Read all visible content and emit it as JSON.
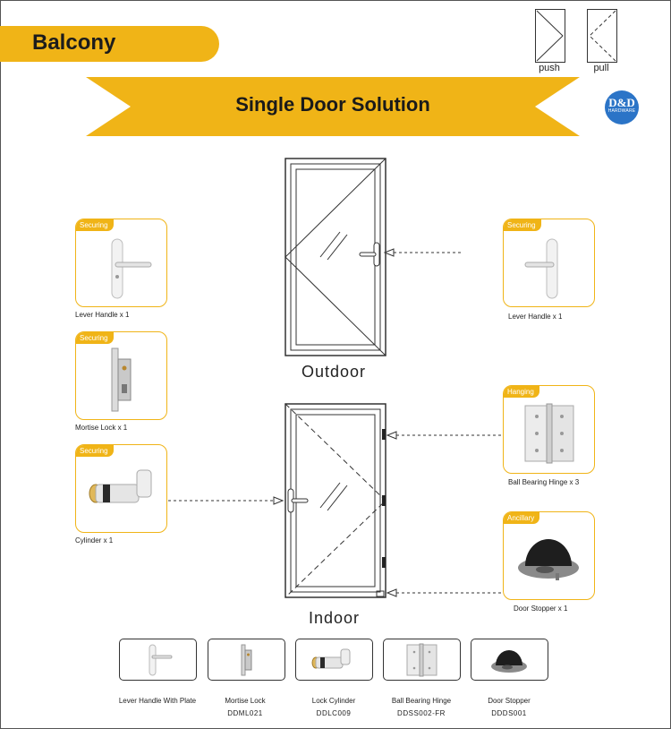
{
  "header": {
    "title": "Balcony"
  },
  "legend": {
    "push_label": "push",
    "pull_label": "pull"
  },
  "banner": {
    "title": "Single Door Solution"
  },
  "logo": {
    "brand": "D&D",
    "sub": "HARDWARE"
  },
  "doors": {
    "outdoor_label": "Outdoor",
    "indoor_label": "Indoor"
  },
  "cards": {
    "lever_left": {
      "tag": "Securing",
      "caption": "Lever Handle x 1"
    },
    "mortise": {
      "tag": "Securing",
      "caption": "Mortise Lock x 1"
    },
    "cylinder": {
      "tag": "Securing",
      "caption": "Cylinder x 1"
    },
    "lever_right": {
      "tag": "Securing",
      "caption": "Lever Handle x 1"
    },
    "hinge": {
      "tag": "Hanging",
      "caption": "Ball Bearing Hinge x 3"
    },
    "stopper": {
      "tag": "Ancillary",
      "caption": "Door Stopper x 1"
    }
  },
  "products": [
    {
      "name": "Lever Handle With Plate",
      "code": ""
    },
    {
      "name": "Mortise Lock",
      "code": "DDML021"
    },
    {
      "name": "Lock Cylinder",
      "code": "DDLC009"
    },
    {
      "name": "Ball Bearing Hinge",
      "code": "DDSS002-FR"
    },
    {
      "name": "Door Stopper",
      "code": "DDDS001"
    }
  ],
  "colors": {
    "accent": "#f0b417",
    "logo_blue": "#2b74c7",
    "line": "#333333"
  }
}
